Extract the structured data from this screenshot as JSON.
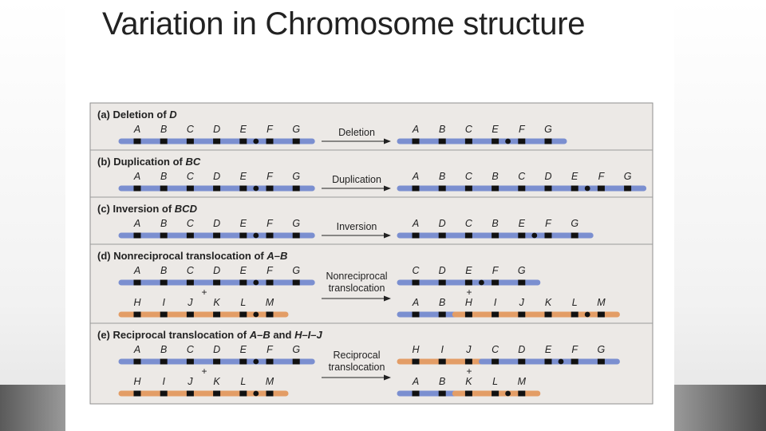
{
  "slide": {
    "title": "Variation in Chromosome structure"
  },
  "colors": {
    "blue": "#7b8fd0",
    "orange": "#e39d66",
    "band": "#111111",
    "panel": "#ece9e6"
  },
  "panels": [
    {
      "title_parts": [
        {
          "t": "(a) Deletion of ",
          "i": false
        },
        {
          "t": "D",
          "i": true
        }
      ],
      "arrow_label": [
        "Deletion"
      ],
      "before": [
        {
          "segments": [
            {
              "color": "blue",
              "genes": [
                "A",
                "B",
                "C",
                "D",
                "E",
                "centromere",
                "F",
                "G"
              ]
            }
          ]
        }
      ],
      "after": [
        {
          "segments": [
            {
              "color": "blue",
              "genes": [
                "A",
                "B",
                "C",
                "E",
                "centromere",
                "F",
                "G"
              ]
            }
          ]
        }
      ]
    },
    {
      "title_parts": [
        {
          "t": "(b) Duplication of ",
          "i": false
        },
        {
          "t": "BC",
          "i": true
        }
      ],
      "arrow_label": [
        "Duplication"
      ],
      "before": [
        {
          "segments": [
            {
              "color": "blue",
              "genes": [
                "A",
                "B",
                "C",
                "D",
                "E",
                "centromere",
                "F",
                "G"
              ]
            }
          ]
        }
      ],
      "after": [
        {
          "segments": [
            {
              "color": "blue",
              "genes": [
                "A",
                "B",
                "C",
                "B",
                "C",
                "D",
                "E",
                "centromere",
                "F",
                "G"
              ]
            }
          ]
        }
      ]
    },
    {
      "title_parts": [
        {
          "t": "(c) Inversion of ",
          "i": false
        },
        {
          "t": "BCD",
          "i": true
        }
      ],
      "arrow_label": [
        "Inversion"
      ],
      "before": [
        {
          "segments": [
            {
              "color": "blue",
              "genes": [
                "A",
                "B",
                "C",
                "D",
                "E",
                "centromere",
                "F",
                "G"
              ]
            }
          ]
        }
      ],
      "after": [
        {
          "segments": [
            {
              "color": "blue",
              "genes": [
                "A",
                "D",
                "C",
                "B",
                "E",
                "centromere",
                "F",
                "G"
              ]
            }
          ]
        }
      ]
    },
    {
      "title_parts": [
        {
          "t": "(d) Nonreciprocal translocation of ",
          "i": false
        },
        {
          "t": "A–B",
          "i": true
        }
      ],
      "arrow_label": [
        "Nonreciprocal",
        "translocation"
      ],
      "before": [
        {
          "segments": [
            {
              "color": "blue",
              "genes": [
                "A",
                "B",
                "C",
                "D",
                "E",
                "centromere",
                "F",
                "G"
              ]
            }
          ]
        },
        {
          "segments": [
            {
              "color": "orange",
              "genes": [
                "H",
                "I",
                "J",
                "K",
                "L",
                "centromere",
                "M"
              ]
            }
          ]
        }
      ],
      "after": [
        {
          "segments": [
            {
              "color": "blue",
              "genes": [
                "C",
                "D",
                "E",
                "centromere",
                "F",
                "G"
              ]
            }
          ]
        },
        {
          "segments": [
            {
              "color": "blue",
              "genes": [
                "A",
                "B"
              ]
            },
            {
              "color": "orange",
              "genes": [
                "H",
                "I",
                "J",
                "K",
                "L",
                "centromere",
                "M"
              ]
            }
          ]
        }
      ]
    },
    {
      "title_parts": [
        {
          "t": "(e) Reciprocal translocation of ",
          "i": false
        },
        {
          "t": "A–B",
          "i": true
        },
        {
          "t": " and ",
          "i": false
        },
        {
          "t": "H–I–J",
          "i": true
        }
      ],
      "arrow_label": [
        "Reciprocal",
        "translocation"
      ],
      "before": [
        {
          "segments": [
            {
              "color": "blue",
              "genes": [
                "A",
                "B",
                "C",
                "D",
                "E",
                "centromere",
                "F",
                "G"
              ]
            }
          ]
        },
        {
          "segments": [
            {
              "color": "orange",
              "genes": [
                "H",
                "I",
                "J",
                "K",
                "L",
                "centromere",
                "M"
              ]
            }
          ]
        }
      ],
      "after": [
        {
          "segments": [
            {
              "color": "orange",
              "genes": [
                "H",
                "I",
                "J"
              ]
            },
            {
              "color": "blue",
              "genes": [
                "C",
                "D",
                "E",
                "centromere",
                "F",
                "G"
              ]
            }
          ]
        },
        {
          "segments": [
            {
              "color": "blue",
              "genes": [
                "A",
                "B"
              ]
            },
            {
              "color": "orange",
              "genes": [
                "K",
                "L",
                "centromere",
                "M"
              ]
            }
          ]
        }
      ]
    }
  ]
}
